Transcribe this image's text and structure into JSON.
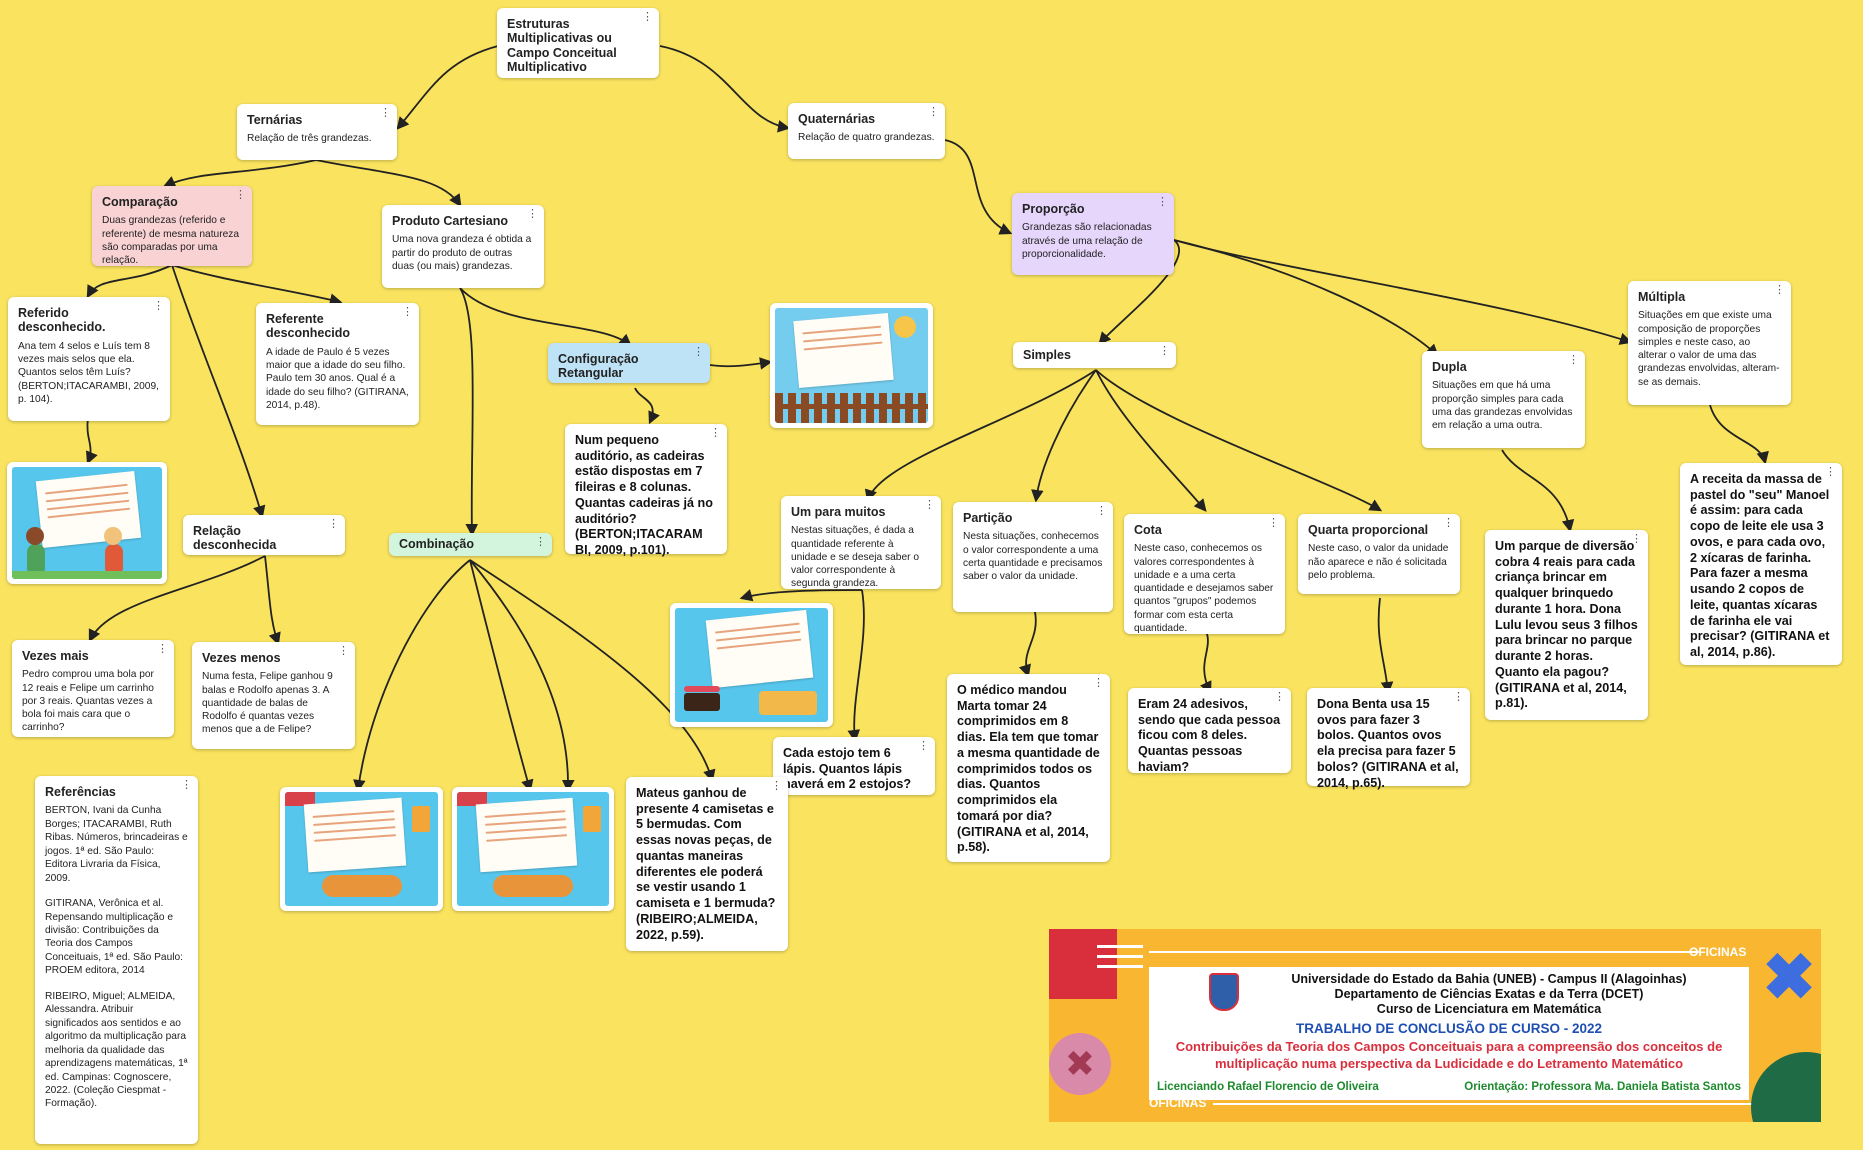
{
  "cards": {
    "root": {
      "title": "Estruturas Multiplicativas ou Campo Conceitual Multiplicativo"
    },
    "ternarias": {
      "title": "Ternárias",
      "text": "Relação de três grandezas."
    },
    "quaternarias": {
      "title": "Quaternárias",
      "text": "Relação de quatro grandezas."
    },
    "comparacao": {
      "title": "Comparação",
      "text": "Duas grandezas (referido e referente) de mesma natureza são comparadas por uma relação."
    },
    "produto": {
      "title": "Produto Cartesiano",
      "text": "Uma nova grandeza é obtida a partir do produto de outras duas (ou mais) grandezas."
    },
    "proporcao": {
      "title": "Proporção",
      "text": "Grandezas são relacionadas através de uma relação de proporcionalidade."
    },
    "multipla": {
      "title": "Múltipla",
      "text": "Situações em que existe uma composição de proporções simples e neste caso, ao alterar o valor de uma das grandezas envolvidas, alteram-se as demais."
    },
    "referido": {
      "title": "Referido desconhecido.",
      "text": "Ana tem 4 selos e Luís tem 8 vezes mais selos que ela. Quantos selos têm Luís? (BERTON;ITACARAMBI, 2009, p. 104)."
    },
    "referente": {
      "title": "Referente desconhecido",
      "text": "A idade de Paulo é 5 vezes maior que a idade do seu filho. Paulo tem 30 anos. Qual é a idade do seu filho? (GITIRANA, 2014, p.48)."
    },
    "configuracao": {
      "title": "Configuração Retangular"
    },
    "simples": {
      "title": "Simples"
    },
    "dupla": {
      "title": "Dupla",
      "text": "Situações em que há uma proporção simples para cada uma das grandezas envolvidas em relação a uma outra."
    },
    "auditorio": {
      "text": "Num pequeno auditório, as cadeiras estão dispostas em 7 fileiras e 8 colunas. Quantas cadeiras já no auditório? (BERTON;ITACARAM BI, 2009, p.101)."
    },
    "relacao": {
      "title": "Relação desconhecida"
    },
    "combinacao": {
      "title": "Combinação"
    },
    "umparamuitos": {
      "title": "Um para muitos",
      "text": "Nestas situações, é dada a quantidade referente à unidade e se deseja saber o valor correspondente à segunda grandeza."
    },
    "particao": {
      "title": "Partição",
      "text": "Nesta situações, conhecemos o valor correspondente a uma certa quantidade e precisamos saber o valor da unidade."
    },
    "cota": {
      "title": "Cota",
      "text": "Neste caso, conhecemos os valores correspondentes à unidade e a uma certa quantidade e desejamos saber quantos \"grupos\" podemos formar com esta certa quantidade."
    },
    "quarta": {
      "title": "Quarta proporcional",
      "text": "Neste caso, o valor da unidade não aparece e não é solicitada pelo problema."
    },
    "receita": {
      "text": "A receita da massa de pastel do \"seu\" Manoel é assim: para cada copo de leite ele usa 3 ovos, e para cada ovo, 2 xícaras de farinha. Para fazer a mesma usando 2 copos de leite, quantas xícaras de farinha ele vai precisar? (GITIRANA et al, 2014, p.86)."
    },
    "parque": {
      "text": "Um parque de diversão cobra 4 reais para cada criança brincar em qualquer brinquedo durante 1 hora. Dona Lulu levou seus 3 filhos para brincar no parque durante 2 horas. Quanto ela pagou? (GITIRANA et al, 2014, p.81)."
    },
    "vezesmais": {
      "title": "Vezes mais",
      "text": "Pedro comprou uma bola por 12 reais e Felipe um carrinho por 3 reais. Quantas vezes a bola foi mais cara que o carrinho?"
    },
    "vezesmenos": {
      "title": "Vezes menos",
      "text": "Numa festa, Felipe ganhou 9 balas e Rodolfo apenas 3. A quantidade de balas de Rodolfo é quantas vezes menos que a de Felipe?"
    },
    "estojo": {
      "text": "Cada estojo tem 6 lápis. Quantos lápis haverá em 2 estojos?"
    },
    "medico": {
      "text": "O médico mandou Marta tomar 24 comprimidos em 8 dias. Ela tem que tomar a mesma quantidade de comprimidos todos os dias. Quantos comprimidos ela tomará por dia? (GITIRANA et al, 2014, p.58)."
    },
    "adesivos": {
      "text": "Eram 24 adesivos, sendo que cada pessoa ficou com 8 deles. Quantas pessoas haviam?"
    },
    "benta": {
      "text": "Dona Benta usa 15 ovos para fazer 3 bolos. Quantos ovos ela precisa para fazer 5 bolos? (GITIRANA et al, 2014, p.65)."
    },
    "mateus": {
      "text": "Mateus ganhou de presente 4 camisetas e 5 bermudas. Com essas novas peças, de quantas maneiras diferentes ele poderá se vestir usando 1 camiseta e 1 bermuda? (RIBEIRO;ALMEIDA, 2022, p.59)."
    }
  },
  "referencias": {
    "title": "Referências",
    "items": [
      "BERTON, Ivani da Cunha Borges; ITACARAMBI, Ruth Ribas. Números, brincadeiras e jogos. 1ª ed. São Paulo: Editora Livraria da Física, 2009.",
      "GITIRANA, Verônica et al. Repensando multiplicação e divisão: Contribuições da Teoria dos Campos Conceituais, 1ª ed. São Paulo: PROEM editora, 2014",
      "RIBEIRO, Miguel; ALMEIDA, Alessandra. Atribuir significados aos sentidos e ao algoritmo da multiplicação para melhoria da qualidade das aprendizagens matemáticas, 1ª ed. Campinas: Cognoscere, 2022. (Coleção Ciespmat - Formação)."
    ]
  },
  "banner": {
    "oficinas_top": "OFICINAS",
    "oficinas_bottom": "OFICINAS",
    "line1": "Universidade do Estado da Bahia (UNEB) - Campus II (Alagoinhas)",
    "line2": "Departamento de Ciências Exatas e da Terra (DCET)",
    "line3": "Curso de Licenciatura em Matemática",
    "line4": "TRABALHO DE CONCLUSÃO DE CURSO - 2022",
    "line5": "Contribuições da Teoria dos Campos Conceituais para a compreensão dos conceitos de multiplicação numa perspectiva da Ludicidade e do Letramento Matemático",
    "author": "Licenciando Rafael Florencio de Oliveira",
    "advisor": "Orientação: Professora Ma. Daniela Batista Santos"
  },
  "colors": {
    "board": "#f9e35f",
    "card": "#ffffff",
    "pink": "#f9d2d3",
    "purple": "#e6d6fb",
    "blue": "#bfe3f6",
    "green": "#d3f5de",
    "banner": "#f9b731",
    "red": "#d92f3d"
  },
  "icons": {
    "card_menu": "more-vertical-icon",
    "banner_close": "close-x-icon"
  }
}
